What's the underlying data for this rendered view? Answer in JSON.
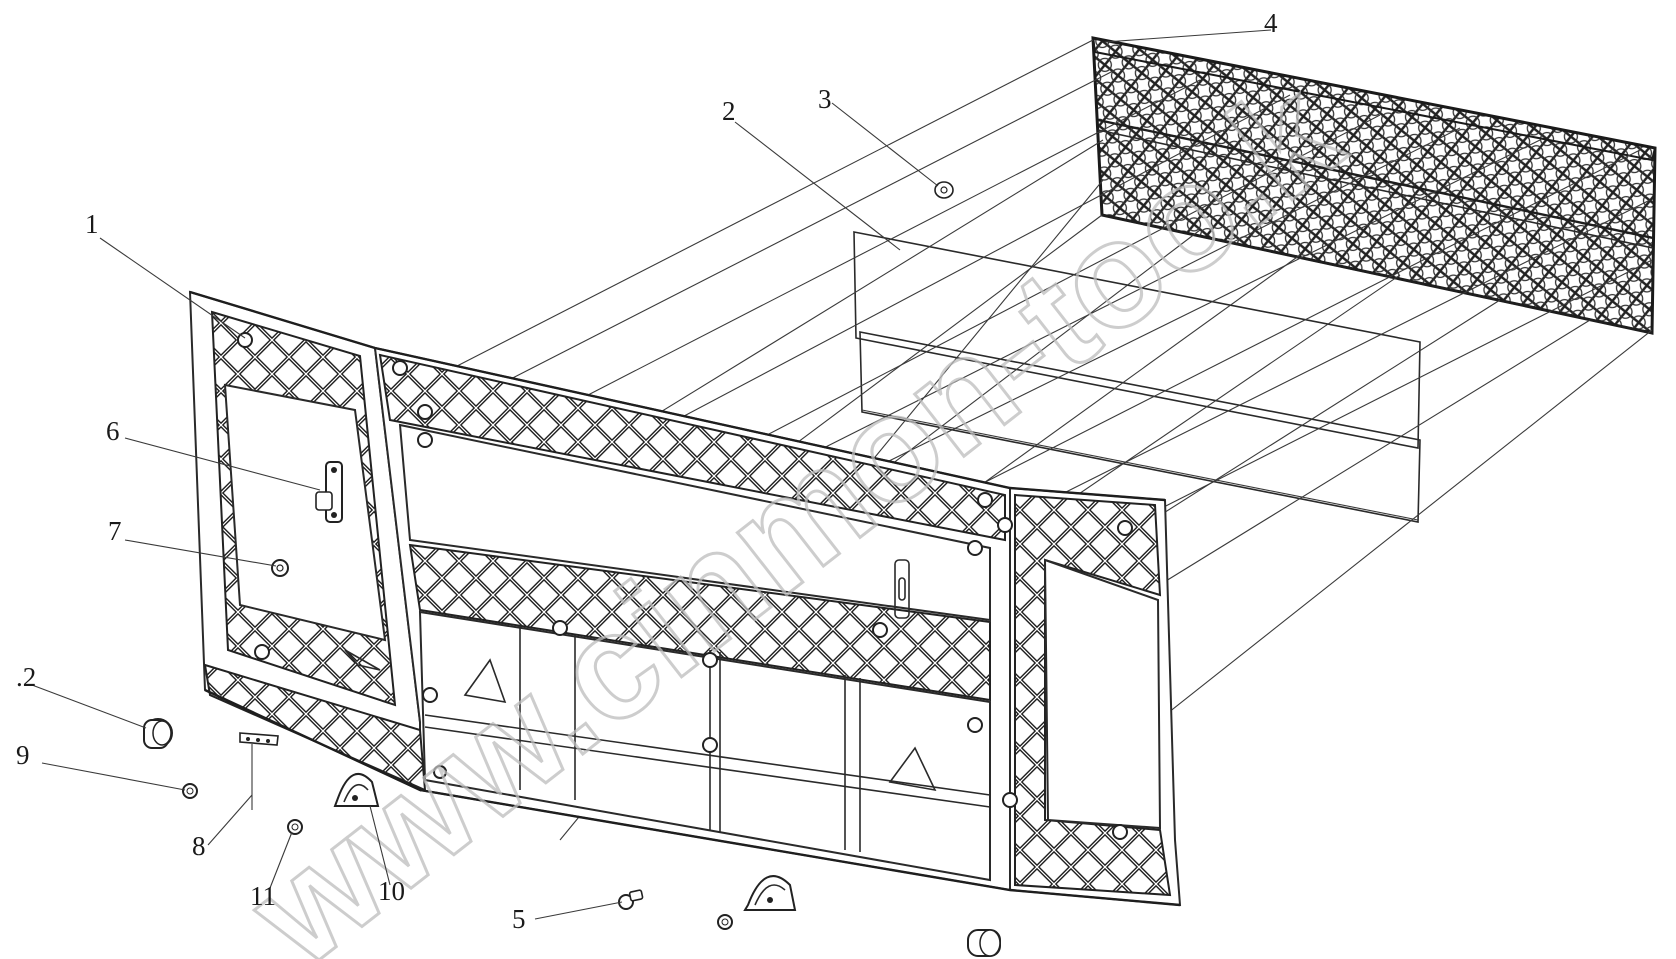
{
  "callouts": [
    {
      "id": "1",
      "label": "1"
    },
    {
      "id": "2a",
      "label": "2"
    },
    {
      "id": "2b",
      "label": ".2"
    },
    {
      "id": "3",
      "label": "3"
    },
    {
      "id": "4",
      "label": "4"
    },
    {
      "id": "5",
      "label": "5"
    },
    {
      "id": "6",
      "label": "6"
    },
    {
      "id": "7",
      "label": "7"
    },
    {
      "id": "8",
      "label": "8"
    },
    {
      "id": "9",
      "label": "9"
    },
    {
      "id": "10",
      "label": "10"
    },
    {
      "id": "11",
      "label": "11"
    }
  ],
  "watermark": "www.cinmon-too.k",
  "colors": {
    "line": "#2a2a2a",
    "watermark": "#bdbdbd",
    "background": "#ffffff"
  }
}
